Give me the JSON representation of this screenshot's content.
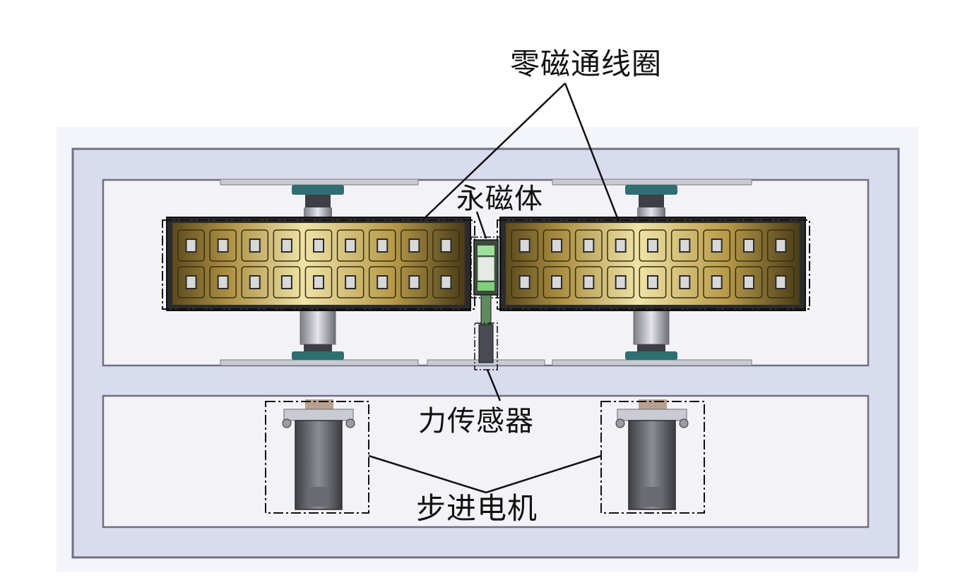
{
  "labels": {
    "zero_flux_coils": "零磁通线圈",
    "permanent_magnet": "永磁体",
    "force_sensor": "力传感器",
    "stepper_motor": "步进电机"
  },
  "colors": {
    "frame_fill": "#d9dbef",
    "frame_border": "#6f7080",
    "inner_panel": "#f3f3f7",
    "coil_gold": "#c9ab55",
    "coil_light": "#efe3a6",
    "coil_dark": "#6e5a27",
    "magnet_green": "#7fd07a",
    "flange_teal": "#2f6f72",
    "motor_gray": "#5b5c63",
    "leader_line": "#111111"
  }
}
